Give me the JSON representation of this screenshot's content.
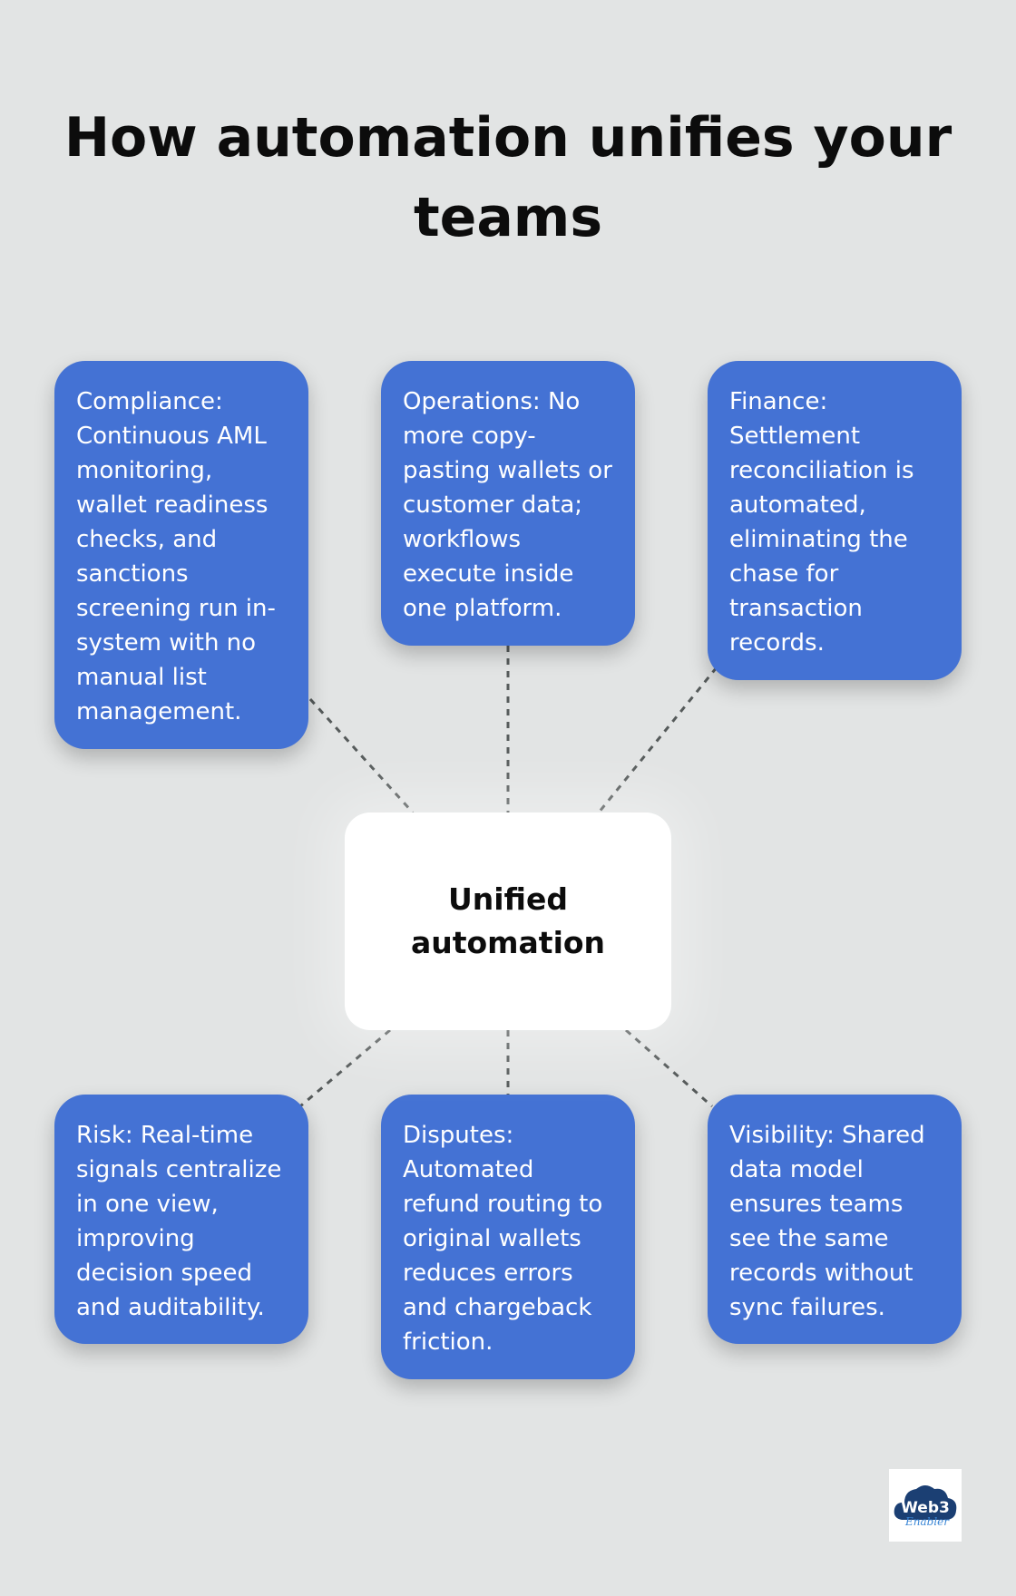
{
  "title": "How automation unifies your teams",
  "center": {
    "label": "Unified automation"
  },
  "cards": [
    {
      "text": "Compliance: Continuous AML monitoring, wallet readiness checks, and sanctions screening run in-system with no manual list management."
    },
    {
      "text": "Operations: No more copy-pasting wallets or customer data; workflows execute inside one platform."
    },
    {
      "text": "Finance: Settlement reconciliation is automated, eliminating the chase for transaction records."
    },
    {
      "text": "Risk: Real-time signals centralize in one view, improving decision speed and auditability."
    },
    {
      "text": "Disputes: Automated refund routing to original wallets reduces errors and chargeback friction."
    },
    {
      "text": "Visibility: Shared data model ensures teams see the same records without sync failures."
    }
  ],
  "logo": {
    "text": "Web3",
    "script": "Enabler",
    "icon": "cloud-icon"
  },
  "colors": {
    "background": "#e2e4e4",
    "card": "#4472d4",
    "center": "#ffffff",
    "logo_navy": "#1b3f73",
    "logo_blue": "#3a86d6"
  }
}
